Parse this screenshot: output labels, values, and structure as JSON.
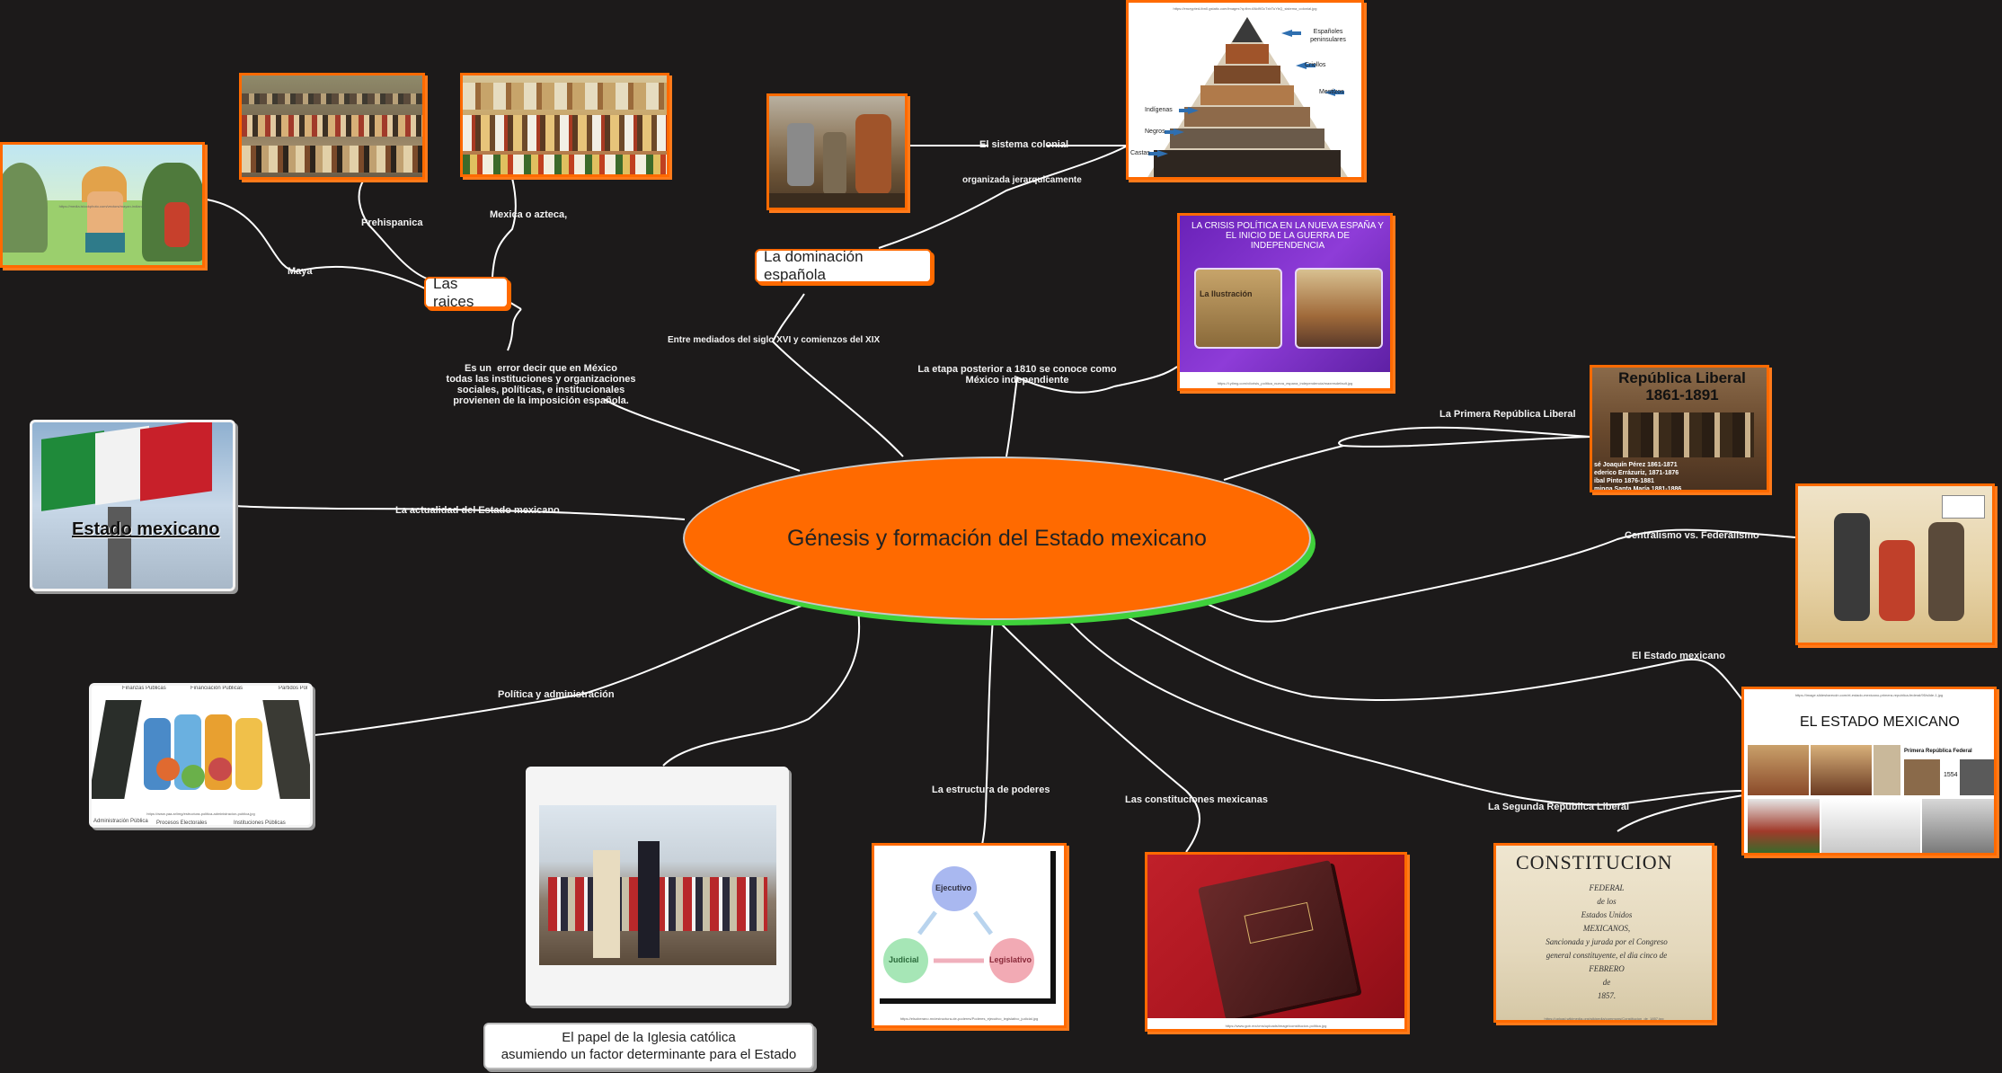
{
  "central": {
    "title": "Génesis y formación del Estado mexicano"
  },
  "nodes": {
    "raices": "Las raices",
    "dominacion": "La dominación española",
    "iglesia": "El papel de la Iglesia católica\nasumiendo un factor determinante para el Estado"
  },
  "labels": {
    "maya": "Maya",
    "prehispanica": "Prehispanica",
    "mexica": "Mexica o azteca,",
    "error": "Es un  error decir que en México\ntodas las instituciones y organizaciones\nsociales, políticas, e institucionales\nprovienen de la imposición española.",
    "sistema_colonial": "El sistema colonial",
    "jerarquica": "organizada jerarquicamente",
    "mediados": "Entre mediados del siglo XVI y comienzos del XIX",
    "posterior_1810": "La etapa posterior a 1810 se conoce como\nMéxico independiente",
    "primera_republica": "La Primera República Liberal",
    "centralismo": "Centralismo vs. Federalismo",
    "estado_mexicano": "El Estado mexicano",
    "segunda_republica": "La Segunda República Liberal",
    "constituciones": "Las constituciones mexicanas",
    "estructura": "La estructura de poderes",
    "politica": "Política y administración",
    "actualidad": "La actualidad del Estado mexicano"
  },
  "images": {
    "estado_card_title": "Estado mexicano",
    "crisis_title": "LA CRISIS POLÍTICA EN LA NUEVA ESPAÑA Y EL INICIO DE LA GUERRA DE INDEPENDENCIA",
    "crisis_sub": "La Ilustración",
    "republica_title": "República Liberal\n1861-1891",
    "republica_names": "sé Joaquín Pérez 1861-1871\nederico Errázuriz, 1871-1876\nibal Pinto 1876-1881\nminga Santa María 1881-1886",
    "el_estado_title": "EL ESTADO MEXICANO",
    "el_estado_sub": "Primera República Federal",
    "el_estado_year": "1554",
    "constitucion_title": "CONSTITUCION",
    "constitucion_lines": "FEDERAL\nde los\nEstados Unidos\nMEXICANOS,\nSancionada y jurada por el Congreso\ngeneral constituyente, el dia cinco de\nFEBRERO\nde\n1857.",
    "pyramid": {
      "espanoles": "Españoles\npeninsulares",
      "criollos": "Criollos",
      "mestizos": "Mestizos",
      "indigenas": "Indígenas",
      "negros": "Negros",
      "castas": "Castas"
    },
    "poderes": {
      "ejecutivo": "Ejecutivo",
      "judicial": "Judicial",
      "legislativo": "Legislativo"
    },
    "politica_top": [
      "Finanzas Publicas",
      "Financiación Publicas",
      "Partidos Pol"
    ],
    "politica_bottom": [
      "Administración Pública",
      "Procesos Electorales",
      "Instituciones Públicas"
    ]
  },
  "urls": {
    "maya": "https://media.istockphoto.com/vectors/mayan-indian-...",
    "pyramid": "https://encrypted-tbn0.gstatic.com/images?q=tbn:ANd9GcTxbTuYbQ_sistema_colonial.jpg",
    "crisis": "https://i.ytimg.com/vi/crisis_politica_nueva_espana_independencia/maxresdefault.jpg",
    "el_estado": "https://image.slidesharecdn.com/el-estado-mexicano-primera-republica-federal/95/slide-1.jpg",
    "poderes": "https://elsoberano.mx/estructura-de-poderes/Poderes_ejecutivo_legislativo_judicial.jpg",
    "constituciones": "https://www.gob.mx/cms/uploads/image/constitucion-politica.jpg",
    "constitucion": "https://upload.wikimedia.org/wikipedia/commons/Constitucion_de_1857.jpg",
    "politica": "https://www.yaa.ar/img/estructura-politica-administracion-publica.jpg"
  },
  "colors": {
    "background": "#1c1a1a",
    "accent": "#ff6a00",
    "shadow_green": "#3fd13b",
    "link": "#ffffff"
  }
}
